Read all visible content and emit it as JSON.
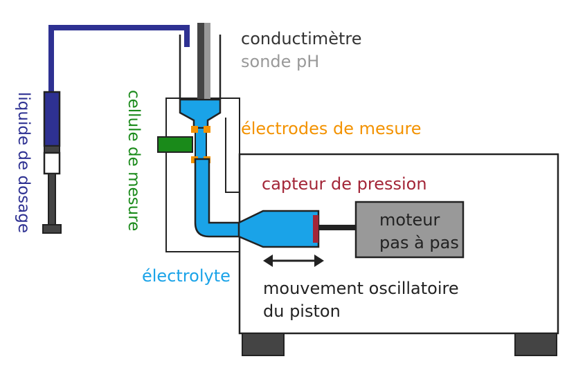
{
  "labels": {
    "conductimetre": "conductimètre",
    "sonde_ph": "sonde pH",
    "electrodes": "électrodes de mesure",
    "capteur": "capteur de pression",
    "moteur_line1": "moteur",
    "moteur_line2": "pas à pas",
    "electrolyte": "électrolyte",
    "mouvement_line1": "mouvement oscillatoire",
    "mouvement_line2": "du piston",
    "liquide": "liquide de dosage",
    "cellule": "cellule de mesure"
  },
  "colors": {
    "conductimetre": "#333333",
    "sonde_ph": "#999999",
    "electrodes": "#f39200",
    "capteur": "#a32638",
    "electrolyte": "#1aa3e8",
    "liquide": "#2e3192",
    "cellule": "#1a8a1a",
    "dark": "#222222",
    "grey_box": "#999999"
  }
}
